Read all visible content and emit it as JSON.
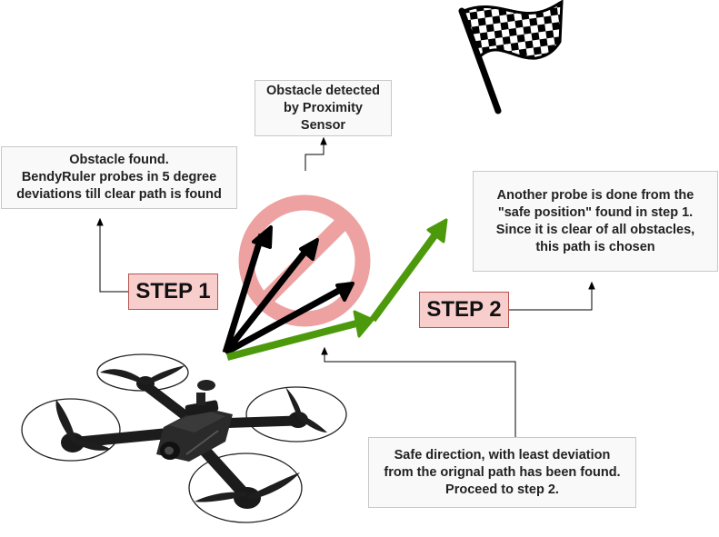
{
  "callouts": {
    "proximity": "Obstacle detected\nby Proximity\nSensor",
    "obstacle_found": "Obstacle found.\nBendyRuler probes in 5 degree\ndeviations till clear path is found",
    "another_probe": "Another probe is done from the\n\"safe position\" found in step 1.\nSince it is clear of all obstacles,\nthis path is chosen",
    "safe_direction": "Safe direction, with least deviation\nfrom the orignal path has been found.\nProceed  to step 2."
  },
  "steps": {
    "step1": "STEP 1",
    "step2": "STEP 2"
  },
  "icons": {
    "flag": "checkered-flag-icon",
    "obstacle": "prohibition-sign-icon",
    "vehicle": "quadcopter-drone-icon"
  },
  "colors": {
    "obstacle_sign": "#e98a8a",
    "probe_arrows": "#000000",
    "path_arrows": "#4c9a0c",
    "step_fill": "#f8cecc",
    "step_border": "#b85450",
    "callout_fill": "#f9f9f9",
    "callout_border": "#c8c8c8"
  }
}
